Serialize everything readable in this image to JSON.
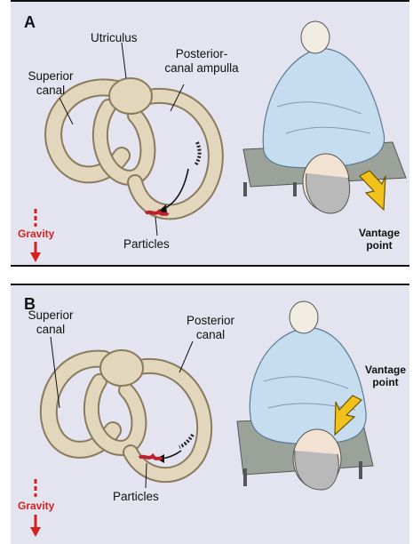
{
  "panel_a": {
    "letter": "A",
    "utriculus": "Utriculus",
    "superior_canal_line1": "Superior",
    "superior_canal_line2": "canal",
    "posterior_line1": "Posterior-",
    "posterior_line2": "canal ampulla",
    "particles": "Particles",
    "gravity": "Gravity",
    "vantage_line1": "Vantage",
    "vantage_line2": "point"
  },
  "panel_b": {
    "letter": "B",
    "superior_canal_line1": "Superior",
    "superior_canal_line2": "canal",
    "posterior_line1": "Posterior",
    "posterior_line2": "canal",
    "particles": "Particles",
    "gravity": "Gravity",
    "vantage_line1": "Vantage",
    "vantage_line2": "point"
  },
  "colors": {
    "panel_bg": "#e4e4f0",
    "canal": "#e2d6bc",
    "canal_outline": "#8a7b5d",
    "particles": "#c0202a",
    "gravity": "#d41f1f",
    "sheet": "#c6dcef",
    "arrow": "#f0c21b"
  }
}
